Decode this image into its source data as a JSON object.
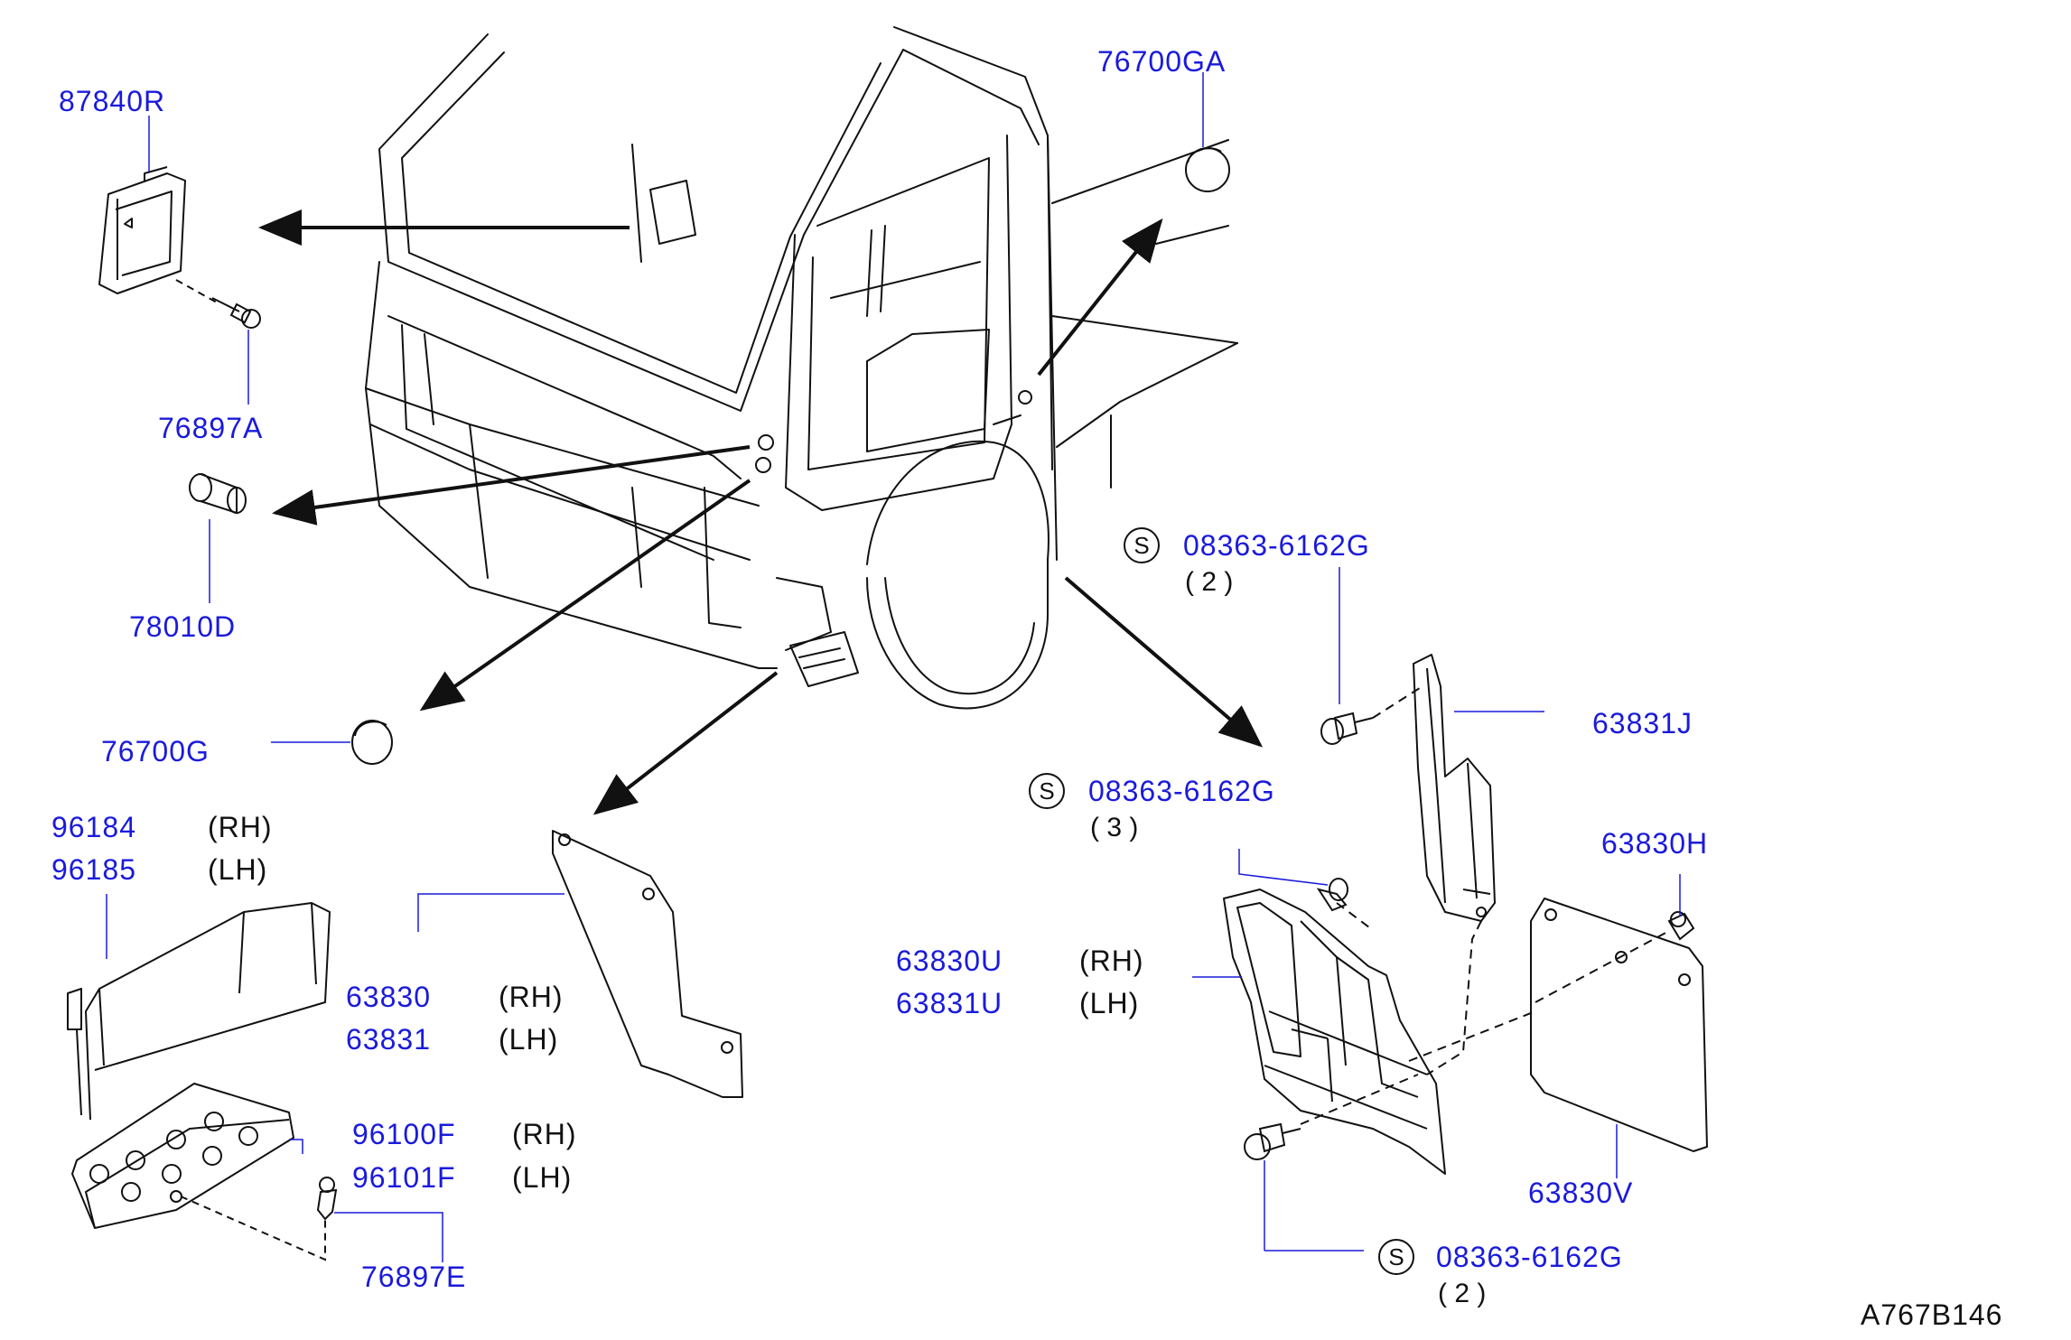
{
  "diagram": {
    "colors": {
      "part_number": "#1a1adc",
      "text": "#111111",
      "line": "#111111",
      "leader": "#1a1adc"
    },
    "illustration_code": "A767B146",
    "parts": [
      {
        "number": "87840R"
      },
      {
        "number": "76897A"
      },
      {
        "number": "78010D"
      },
      {
        "number": "76700GA"
      },
      {
        "number": "76700G"
      },
      {
        "number": "96184",
        "side": "(RH)"
      },
      {
        "number": "96185",
        "side": "(LH)"
      },
      {
        "number": "63830",
        "side": "(RH)"
      },
      {
        "number": "63831",
        "side": "(LH)"
      },
      {
        "number": "96100F",
        "side": "(RH)"
      },
      {
        "number": "96101F",
        "side": "(LH)"
      },
      {
        "number": "76897E"
      },
      {
        "number": "08363-6162G",
        "qty": "( 2 )",
        "mark": "S"
      },
      {
        "number": "63831J"
      },
      {
        "number": "08363-6162G",
        "qty": "( 3 )",
        "mark": "S"
      },
      {
        "number": "63830H"
      },
      {
        "number": "63830U",
        "side": "(RH)"
      },
      {
        "number": "63831U",
        "side": "(LH)"
      },
      {
        "number": "63830V"
      },
      {
        "number": "08363-6162G",
        "qty": "( 2 )",
        "mark": "S"
      }
    ]
  }
}
